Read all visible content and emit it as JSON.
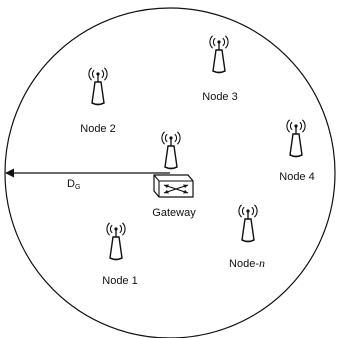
{
  "nodes": {
    "node1": "Node 1",
    "node2": "Node 2",
    "node3": "Node 3",
    "node4": "Node 4",
    "node_n_prefix": "Node-",
    "node_n_suffix": "n"
  },
  "gateway": {
    "label": "Gateway"
  },
  "radius": {
    "main": "D",
    "sub": "G"
  },
  "icons": {
    "node": "radio-antenna-icon",
    "gateway": "gateway-router-icon"
  },
  "colors": {
    "stroke": "#111111",
    "fill": "#ffffff"
  }
}
